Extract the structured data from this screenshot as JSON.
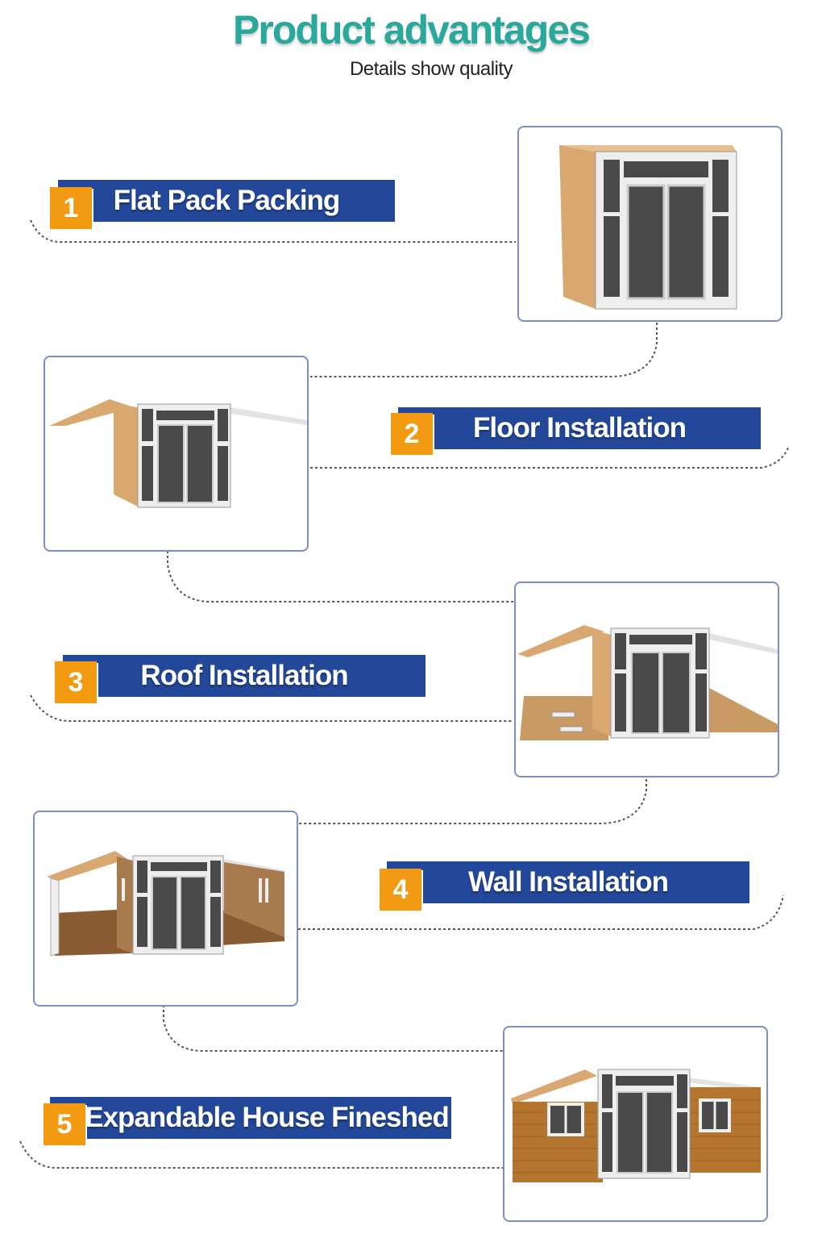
{
  "header": {
    "title": "Product advantages",
    "subtitle": "Details show quality"
  },
  "steps": [
    {
      "number": "1",
      "label": "Flat Pack Packing",
      "image_icon": "folded-container-house-icon"
    },
    {
      "number": "2",
      "label": "Floor Installation",
      "image_icon": "container-roof-open-icon"
    },
    {
      "number": "3",
      "label": "Roof Installation",
      "image_icon": "container-roof-floor-icon"
    },
    {
      "number": "4",
      "label": "Wall Installation",
      "image_icon": "container-walls-icon"
    },
    {
      "number": "5",
      "label": "Expandable House Fineshed",
      "image_icon": "finished-house-icon"
    }
  ],
  "colors": {
    "title": "#2aa89b",
    "bar": "#23489a",
    "number_box": "#f29a12",
    "frame": "#7f8fc5",
    "wood": "#d9a871",
    "panel": "#4a4a4a"
  }
}
